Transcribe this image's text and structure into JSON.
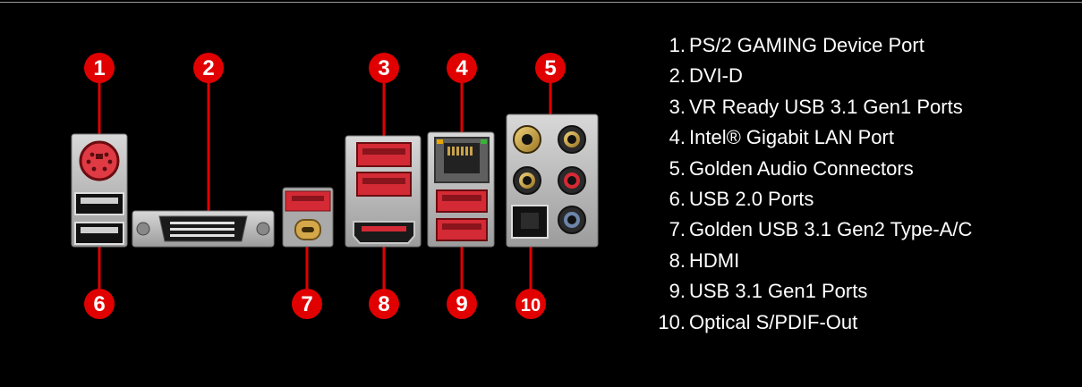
{
  "callouts": {
    "c1": "1",
    "c2": "2",
    "c3": "3",
    "c4": "4",
    "c5": "5",
    "c6": "6",
    "c7": "7",
    "c8": "8",
    "c9": "9",
    "c10": "10"
  },
  "legend": [
    {
      "num": "1.",
      "label": "PS/2 GAMING Device Port"
    },
    {
      "num": "2.",
      "label": "DVI-D"
    },
    {
      "num": "3.",
      "label": "VR Ready USB 3.1 Gen1 Ports"
    },
    {
      "num": "4.",
      "label": "Intel® Gigabit LAN Port"
    },
    {
      "num": "5.",
      "label": "Golden Audio Connectors"
    },
    {
      "num": "6.",
      "label": "USB 2.0 Ports"
    },
    {
      "num": "7.",
      "label": "Golden USB 3.1 Gen2 Type-A/C"
    },
    {
      "num": "8.",
      "label": "HDMI"
    },
    {
      "num": "9.",
      "label": "USB 3.1 Gen1 Ports"
    },
    {
      "num": "10.",
      "label": "Optical S/PDIF-Out"
    }
  ],
  "colors": {
    "background": "#000000",
    "callout_red": "#e10000",
    "port_red": "#d42a35",
    "panel_gray": "#b9b9b9",
    "gold": "#c9a24a"
  }
}
